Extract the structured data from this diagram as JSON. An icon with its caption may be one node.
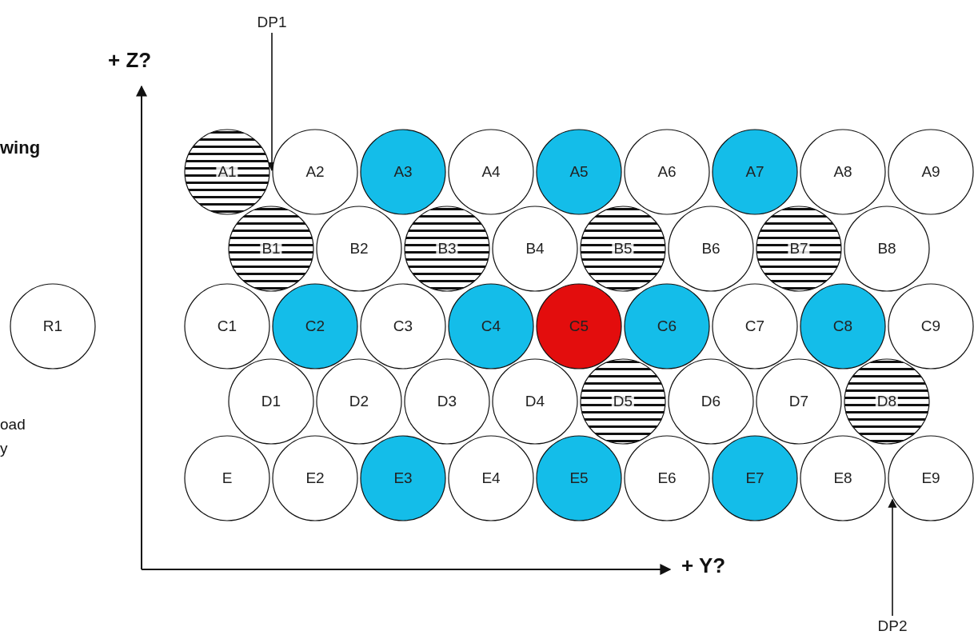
{
  "diagram": {
    "nodes": [
      {
        "text": [
          "DP1"
        ]
      },
      {
        "text": [
          "A1"
        ]
      },
      {
        "text": [
          "A2"
        ]
      },
      {
        "text": [
          "A3"
        ]
      },
      {
        "text": [
          "A4"
        ]
      },
      {
        "text": [
          "A5"
        ]
      },
      {
        "text": [
          "A6"
        ]
      },
      {
        "text": [
          "A7"
        ]
      },
      {
        "text": [
          "A8"
        ]
      },
      {
        "text": [
          "A9"
        ]
      },
      {
        "text": [
          "B1"
        ]
      },
      {
        "text": [
          "B2"
        ]
      },
      {
        "text": [
          "B3"
        ]
      },
      {
        "text": [
          "B4"
        ]
      },
      {
        "text": [
          "B5"
        ]
      },
      {
        "text": [
          "B6"
        ]
      },
      {
        "text": [
          "B7"
        ]
      },
      {
        "text": [
          "B8"
        ]
      },
      {
        "text": [
          "R1"
        ]
      },
      {
        "text": [
          "C1"
        ]
      },
      {
        "text": [
          "C2"
        ]
      },
      {
        "text": [
          "C3"
        ]
      },
      {
        "text": [
          "C4"
        ]
      },
      {
        "text": [
          "C5"
        ]
      },
      {
        "text": [
          "C6"
        ]
      },
      {
        "text": [
          "C7"
        ]
      },
      {
        "text": [
          "C8"
        ]
      },
      {
        "text": [
          "C9"
        ]
      },
      {
        "text": [
          "D1"
        ]
      },
      {
        "text": [
          "D2"
        ]
      },
      {
        "text": [
          "D3"
        ]
      },
      {
        "text": [
          "D4"
        ]
      },
      {
        "text": [
          "D5"
        ]
      },
      {
        "text": [
          "D6"
        ]
      },
      {
        "text": [
          "D7"
        ]
      },
      {
        "text": [
          "D8"
        ]
      },
      {
        "text": [
          "E"
        ]
      },
      {
        "text": [
          "E2"
        ]
      },
      {
        "text": [
          "E3"
        ]
      },
      {
        "text": [
          "E4"
        ]
      },
      {
        "text": [
          "E5"
        ]
      },
      {
        "text": [
          "E6"
        ]
      },
      {
        "text": [
          "E7"
        ]
      },
      {
        "text": [
          "E8"
        ]
      },
      {
        "text": [
          "E9"
        ]
      },
      {
        "text": [
          "DP2"
        ]
      }
    ],
    "edges": [
      {
        "from": 0,
        "to": 2,
        "arrow": "to"
      },
      {
        "from": 45,
        "to": 44,
        "arrow": "to"
      }
    ],
    "labels": [
      "+ Z?",
      "wing",
      "oad y",
      "+ Y?"
    ]
  }
}
